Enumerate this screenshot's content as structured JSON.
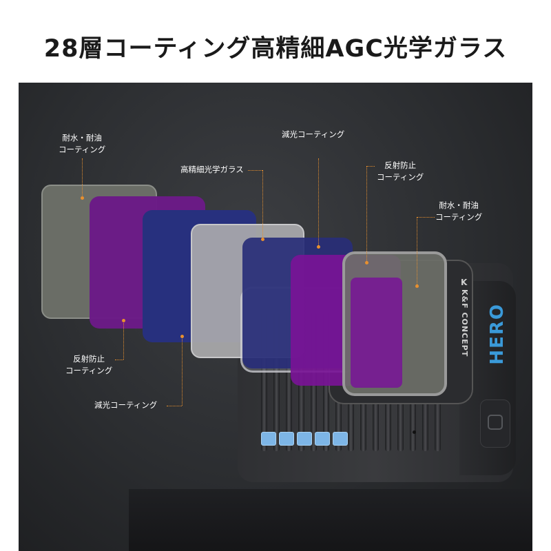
{
  "headline": "28層コーティング高精細AGC光学ガラス",
  "camera": {
    "brand_text": "HERO",
    "lens_label": "K&F CONCEPT",
    "lens_logo": "K"
  },
  "callouts": {
    "top_left": [
      "耐水・耐油",
      "コーティング"
    ],
    "glass": "高精細光学ガラス",
    "ar_top": "減光コーティング",
    "reflect_top": [
      "反射防止",
      "コーティング"
    ],
    "top_right": [
      "耐水・耐油",
      "コーティング"
    ],
    "reflect_bottom": [
      "反射防止",
      "コーティング"
    ],
    "ar_bottom": "減光コーティング"
  },
  "colors": {
    "accent": "#e8902f",
    "brand_blue": "#3a9ad9"
  }
}
